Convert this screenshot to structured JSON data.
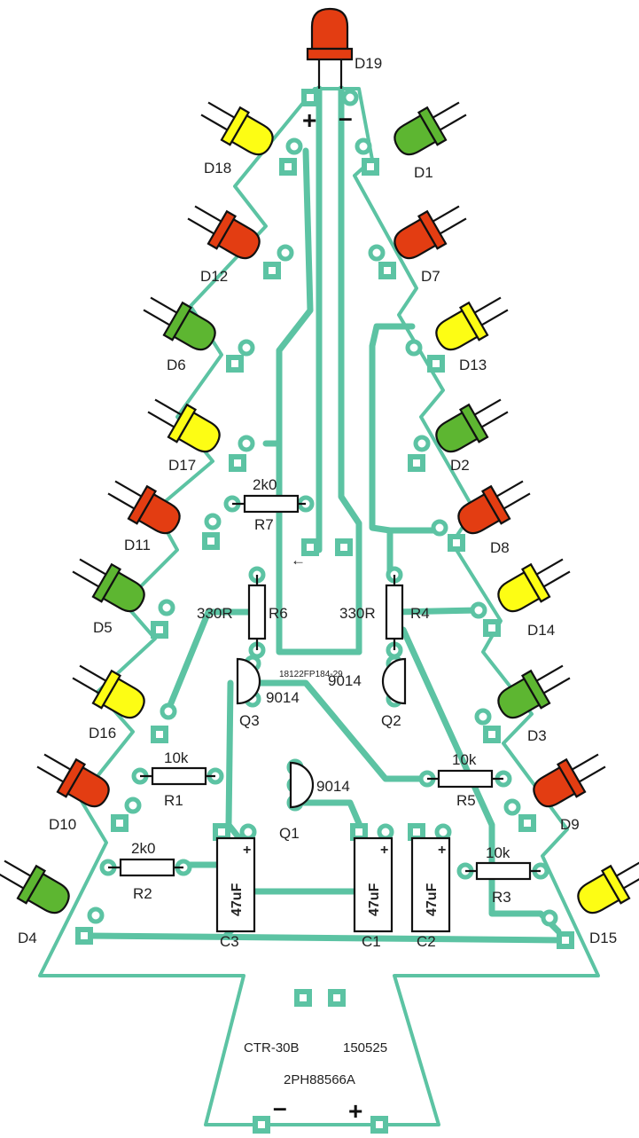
{
  "colors": {
    "board_outline": "#5cc3a3",
    "trace": "#5cc3a3",
    "led_red": "#e33d12",
    "led_yellow": "#fdfd14",
    "led_green": "#5db631",
    "outline_ink": "#111111"
  },
  "top_led": {
    "label": "D19",
    "color": "red"
  },
  "leds": [
    {
      "label": "D18",
      "color": "yellow"
    },
    {
      "label": "D1",
      "color": "green"
    },
    {
      "label": "D12",
      "color": "red"
    },
    {
      "label": "D7",
      "color": "red"
    },
    {
      "label": "D6",
      "color": "green"
    },
    {
      "label": "D13",
      "color": "yellow"
    },
    {
      "label": "D17",
      "color": "yellow"
    },
    {
      "label": "D2",
      "color": "green"
    },
    {
      "label": "D11",
      "color": "red"
    },
    {
      "label": "D8",
      "color": "red"
    },
    {
      "label": "D5",
      "color": "green"
    },
    {
      "label": "D14",
      "color": "yellow"
    },
    {
      "label": "D16",
      "color": "yellow"
    },
    {
      "label": "D3",
      "color": "green"
    },
    {
      "label": "D10",
      "color": "red"
    },
    {
      "label": "D9",
      "color": "red"
    },
    {
      "label": "D4",
      "color": "green"
    },
    {
      "label": "D15",
      "color": "yellow"
    }
  ],
  "resistors": [
    {
      "ref": "R7",
      "value": "2k0"
    },
    {
      "ref": "R6",
      "value": "330R"
    },
    {
      "ref": "R4",
      "value": "330R"
    },
    {
      "ref": "R1",
      "value": "10k"
    },
    {
      "ref": "R5",
      "value": "10k"
    },
    {
      "ref": "R2",
      "value": "2k0"
    },
    {
      "ref": "R3",
      "value": "10k"
    }
  ],
  "capacitors": [
    {
      "ref": "C3",
      "value": "47uF"
    },
    {
      "ref": "C1",
      "value": "47uF"
    },
    {
      "ref": "C2",
      "value": "47uF"
    }
  ],
  "transistors": [
    {
      "ref": "Q3",
      "type": "9014"
    },
    {
      "ref": "Q2",
      "type": "9014"
    },
    {
      "ref": "Q1",
      "type": "9014"
    }
  ],
  "top_polarity": {
    "plus": "+",
    "minus": "–"
  },
  "arrow_glyph": "←",
  "board_code": "18122FP184-29",
  "trunk": {
    "model": "CTR-30B",
    "date": "150525",
    "part_no": "2PH88566A",
    "minus": "–",
    "plus": "+"
  }
}
